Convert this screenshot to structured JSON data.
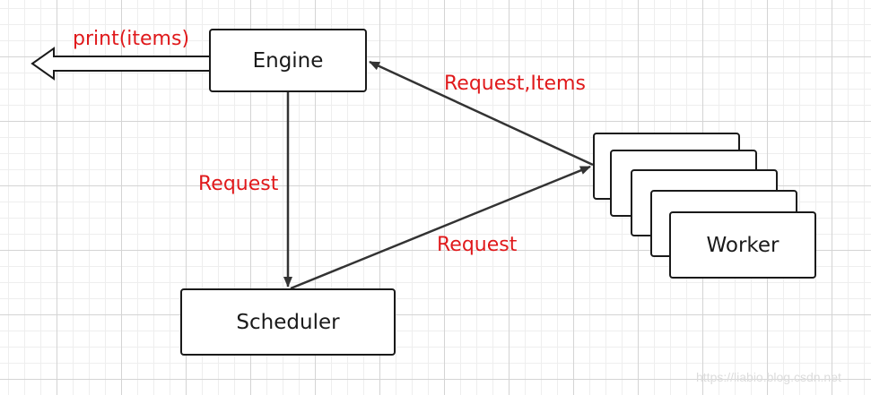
{
  "nodes": {
    "engine": "Engine",
    "scheduler": "Scheduler",
    "worker": "Worker"
  },
  "edge_labels": {
    "output": "print(items)",
    "worker_to_engine": "Request,Items",
    "engine_to_scheduler": "Request",
    "scheduler_to_worker": "Request"
  },
  "watermark": "https://liabio.blog.csdn.net",
  "colors": {
    "label": "#e0191b",
    "stroke": "#1a1a1a",
    "grid": "#d4d4d4"
  }
}
